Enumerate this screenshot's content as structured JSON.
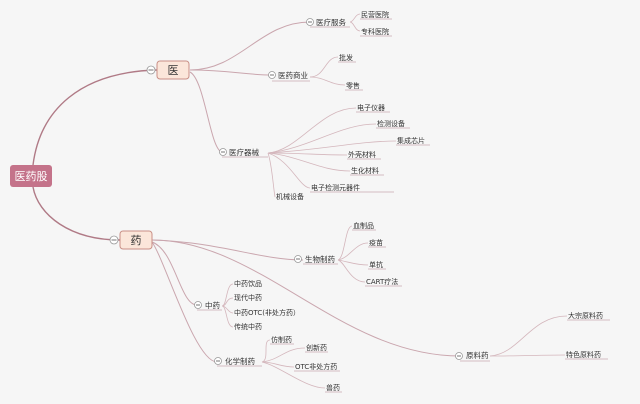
{
  "root": {
    "label": "医药股"
  },
  "medicine": {
    "label": "医",
    "service": {
      "label": "医疗服务",
      "items": [
        "民营医院",
        "专科医院"
      ]
    },
    "commerce": {
      "label": "医药商业",
      "items": [
        "批发",
        "零售"
      ]
    },
    "device": {
      "label": "医疗器械",
      "items": [
        "电子仪器",
        "检测设备",
        "集成芯片",
        "外壳材料",
        "生化材料",
        "电子检测元器件",
        "机械设备"
      ]
    }
  },
  "drug": {
    "label": "药",
    "bio": {
      "label": "生物制药",
      "items": [
        "血制品",
        "疫苗",
        "单抗",
        "CART疗法"
      ]
    },
    "tcm": {
      "label": "中药",
      "items": [
        "中药饮品",
        "现代中药",
        "中药OTC(非处方药）",
        "传统中药"
      ]
    },
    "chem": {
      "label": "化学制药",
      "items": [
        "仿制药",
        "创新药",
        "OTC非处方药",
        "兽药"
      ]
    },
    "api": {
      "label": "原料药",
      "items": [
        "大宗原料药",
        "特色原料药"
      ]
    }
  }
}
